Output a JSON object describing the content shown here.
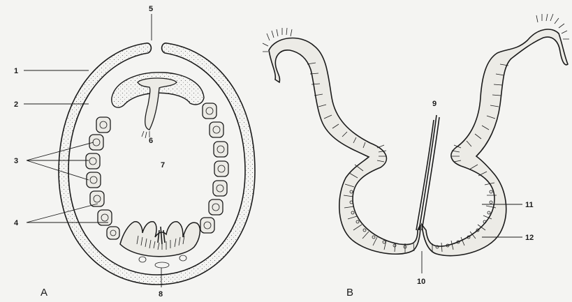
{
  "panels": {
    "a": "A",
    "b": "B"
  },
  "labels": {
    "l1": "1",
    "l2": "2",
    "l3": "3",
    "l4": "4",
    "l5": "5",
    "l6": "6",
    "l7": "7",
    "l8": "8",
    "l9": "9",
    "l10": "10",
    "l11": "11",
    "l12": "12"
  },
  "colors": {
    "ink": "#1b1b1b",
    "paper": "#f4f4f2",
    "stipple": "#e6e4de"
  }
}
